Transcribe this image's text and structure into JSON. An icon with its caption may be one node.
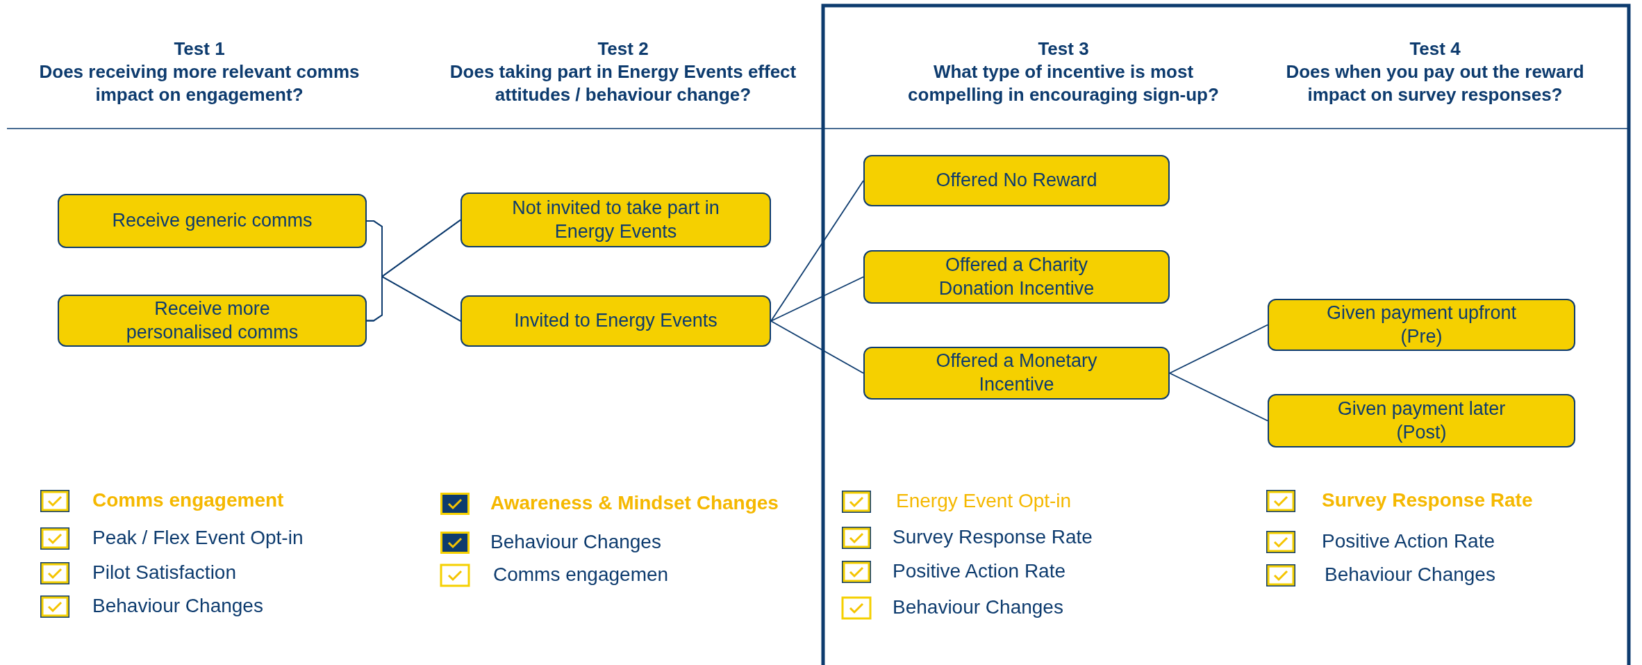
{
  "diagram": {
    "nodes": [
      {
        "text": [
          "Receive generic comms"
        ]
      },
      {
        "text": [
          "Receive more personalised comms"
        ]
      },
      {
        "text": [
          "Not invited to take part in Energy Events"
        ]
      },
      {
        "text": [
          "Invited to Energy Events"
        ]
      },
      {
        "text": [
          "Offered No Reward"
        ]
      },
      {
        "text": [
          "Offered a Charity Donation Incentive"
        ]
      },
      {
        "text": [
          "Offered a Monetary Incentive"
        ]
      },
      {
        "text": [
          "Given payment upfront (Pre)"
        ]
      },
      {
        "text": [
          "Given payment later (Post)"
        ]
      }
    ],
    "edges": [
      {
        "from": 0,
        "to": 2,
        "arrow": "none"
      },
      {
        "from": 0,
        "to": 3,
        "arrow": "none"
      },
      {
        "from": 1,
        "to": 2,
        "arrow": "none"
      },
      {
        "from": 1,
        "to": 3,
        "arrow": "none"
      },
      {
        "from": 3,
        "to": 4,
        "arrow": "none"
      },
      {
        "from": 3,
        "to": 5,
        "arrow": "none"
      },
      {
        "from": 3,
        "to": 6,
        "arrow": "none"
      },
      {
        "from": 6,
        "to": 7,
        "arrow": "none"
      },
      {
        "from": 6,
        "to": 8,
        "arrow": "none"
      }
    ],
    "labels": [
      "Test 1",
      "Does receiving more relevant comms impact on engagement?",
      "Test 2",
      "Does taking part in Energy Events effect attitudes / behaviour change?",
      "Test 3",
      "What type of incentive is most compelling in encouraging sign-up?",
      "Test 4",
      "Does when you pay out the reward impact on survey responses?",
      "Comms engagement",
      "Peak / Flex Event Opt-in",
      "Pilot Satisfaction",
      "Behaviour Changes",
      "Awareness & Mindset Changes",
      "Behaviour Changes",
      "Comms engagemen",
      "Energy Event Opt-in",
      "Survey Response Rate",
      "Positive Action Rate",
      "Behaviour Changes",
      "Survey Response Rate",
      "Positive Action Rate",
      "Behaviour Changes"
    ]
  }
}
